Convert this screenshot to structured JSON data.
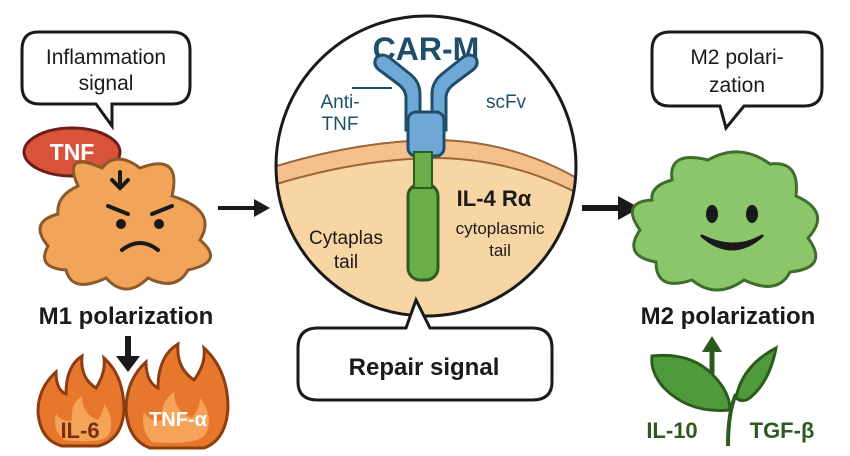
{
  "left": {
    "bubble_text": [
      "Inflammation",
      "signal"
    ],
    "tnf_badge": "TNF",
    "cell_label": "M1 polarization",
    "cytokines": [
      "IL-6",
      "TNF-α"
    ]
  },
  "center": {
    "title": "CAR-M",
    "anti_label": [
      "Anti-",
      "TNF"
    ],
    "scfv_label": "scFv",
    "receptor_label": "IL-4 Rα",
    "cytoplasmic_label": [
      "cytoplasmic",
      "tail"
    ],
    "cytaplas_label": [
      "Cytaplas",
      "tail"
    ],
    "callout": "Repair signal"
  },
  "right": {
    "bubble_text": [
      "M2 polari-",
      "zation"
    ],
    "cell_label": "M2 polarization",
    "cytokines": [
      "IL-10",
      "TGF-β"
    ]
  },
  "colors": {
    "m1_cell": "#f2a45a",
    "m2_cell": "#8cc66a",
    "tnf_badge": "#d9533b",
    "flame": "#e8772e",
    "leaf": "#4f9a3a",
    "membrane": "#f4c08c",
    "cytoplasm": "#f8d6a4",
    "antibody": "#6fa7d6",
    "transmembrane": "#6aae4a",
    "title_text": "#1f4e6b"
  }
}
